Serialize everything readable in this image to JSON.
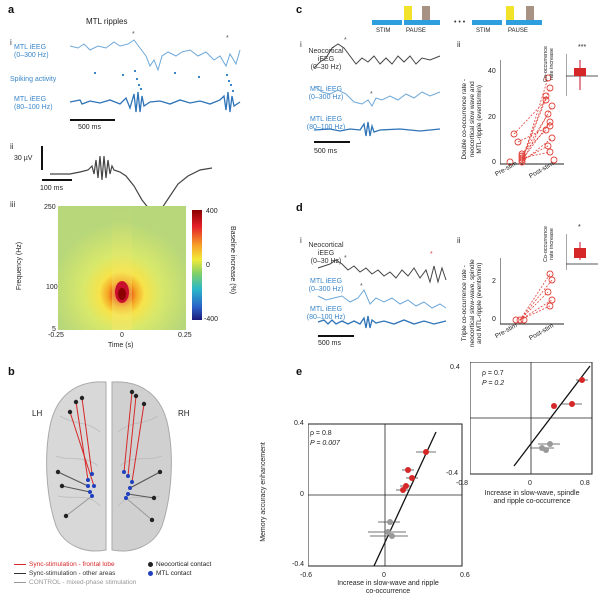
{
  "panels": {
    "a": {
      "letter": "a",
      "title": "MTL ripples",
      "sub_i": "i",
      "sub_ii": "ii",
      "sub_iii": "iii",
      "trace1_label": [
        "MTL iEEG",
        "(0–300 Hz)"
      ],
      "spiking_label": "Spiking activity",
      "trace2_label": [
        "MTL iEEG",
        "(80–100 Hz)"
      ],
      "scale_500": "500 ms",
      "scale_30uv": "30 µV",
      "scale_100": "100 ms",
      "heatmap": {
        "ylabel": "Frequency (Hz)",
        "xlabel": "Time (s)",
        "y_ticks": [
          "250",
          "100",
          "5"
        ],
        "x_ticks": [
          "-0.25",
          "0",
          "0.25"
        ],
        "cbar_label": "Baseline increase (%)",
        "cbar_ticks": [
          "400",
          "0",
          "-400"
        ]
      }
    },
    "b": {
      "letter": "b",
      "lh": "LH",
      "rh": "RH",
      "legend": [
        {
          "label": "Sync-stimulation - frontal lobe",
          "color": "#d62728"
        },
        {
          "label": "Sync-stimulation - other areas",
          "color": "#333333"
        },
        {
          "label": "CONTROL - mixed-phase stimulation",
          "color": "#999999"
        }
      ],
      "contacts": [
        {
          "label": "Neocortical contact",
          "color": "#222222"
        },
        {
          "label": "MTL contact",
          "color": "#1f3fbf"
        }
      ]
    },
    "c": {
      "letter": "c",
      "sub_i": "i",
      "sub_ii": "ii",
      "protocol": [
        "STIM",
        "PAUSE",
        "STIM",
        "PAUSE"
      ],
      "dots": "• • •",
      "neo_label": [
        "Neocortical",
        "iEEG",
        "(0–30 Hz)"
      ],
      "mtl1_label": [
        "MTL iEEG",
        "(0–300 Hz)"
      ],
      "mtl2_label": [
        "MTL iEEG",
        "(80–100 Hz)"
      ],
      "scale": "500 ms",
      "ylabel": [
        "Double co-occurrence rate -",
        "neocortical slow wave and",
        "MTL-ripple (events/min)"
      ],
      "ticks": [
        "40",
        "20",
        "0"
      ],
      "x_labels": [
        "Pre-stim",
        "Post-stim"
      ],
      "inset_label": [
        "Co-occurrence",
        "rate increase"
      ],
      "inset_sig": "***"
    },
    "d": {
      "letter": "d",
      "sub_i": "i",
      "sub_ii": "ii",
      "neo_label": [
        "Neocortical",
        "iEEG",
        "(0–30 Hz)"
      ],
      "mtl1_label": [
        "MTL iEEG",
        "(0–300 Hz)"
      ],
      "mtl2_label": [
        "MTL iEEG",
        "(80–100 Hz)"
      ],
      "scale": "500 ms",
      "ylabel": [
        "Triple co-occurrence rate -",
        "neocortical slow-wave, spindle",
        "and MTL-ripple (events/min)"
      ],
      "ticks": [
        "2",
        "0"
      ],
      "x_labels": [
        "Pre-stim",
        "Post-stim"
      ],
      "inset_label": [
        "Co-occurrence",
        "rate increase"
      ],
      "inset_sig": "*"
    },
    "e": {
      "letter": "e",
      "ylabel": "Memory accuracy enhancement",
      "main": {
        "rho": "ρ = 0.8",
        "p": "P = 0.007",
        "y_ticks": [
          "0.4",
          "0",
          "-0.4"
        ],
        "x_ticks": [
          "-0.6",
          "0",
          "0.6"
        ],
        "xlabel": [
          "Increase in slow-wave and ripple",
          "co-occurrence"
        ]
      },
      "inset": {
        "rho": "ρ = 0.7",
        "p": "P = 0.2",
        "y_ticks": [
          "0.4",
          "-0.4"
        ],
        "x_ticks": [
          "-0.8",
          "0",
          "0.8"
        ],
        "xlabel": [
          "Increase in slow-wave, spindle",
          "and ripple co-occurrence"
        ]
      }
    }
  }
}
